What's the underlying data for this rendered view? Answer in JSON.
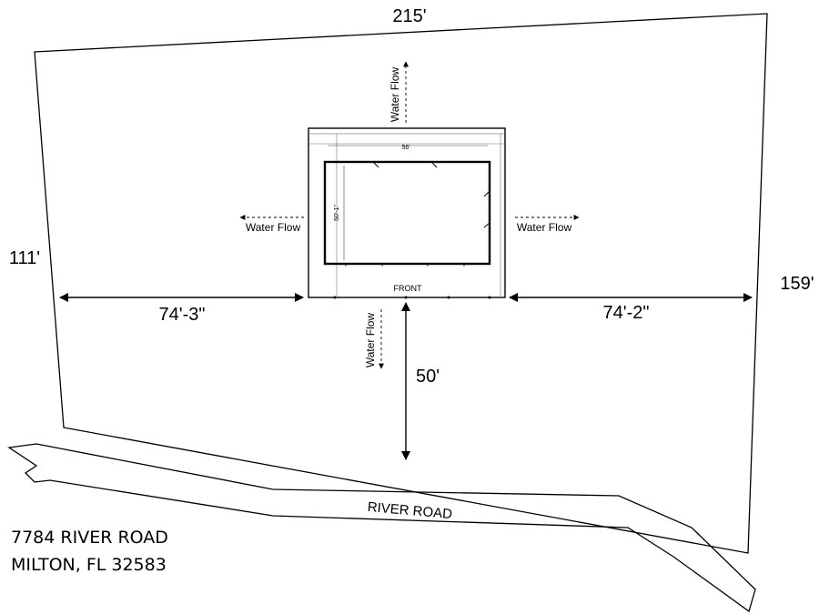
{
  "lot": {
    "top_dimension": "215'",
    "left_dimension": "111'",
    "right_dimension": "159'"
  },
  "building": {
    "width_label": "56'",
    "depth_label": "50'-1\"",
    "front_label": "FRONT"
  },
  "setbacks": {
    "left": "74'-3\"",
    "right": "74'-2\"",
    "front": "50'"
  },
  "water_flow": {
    "label": "Water Flow"
  },
  "road": {
    "name": "RIVER ROAD"
  },
  "address": {
    "line1": "7784 RIVER ROAD",
    "line2": "MILTON, FL 32583"
  }
}
